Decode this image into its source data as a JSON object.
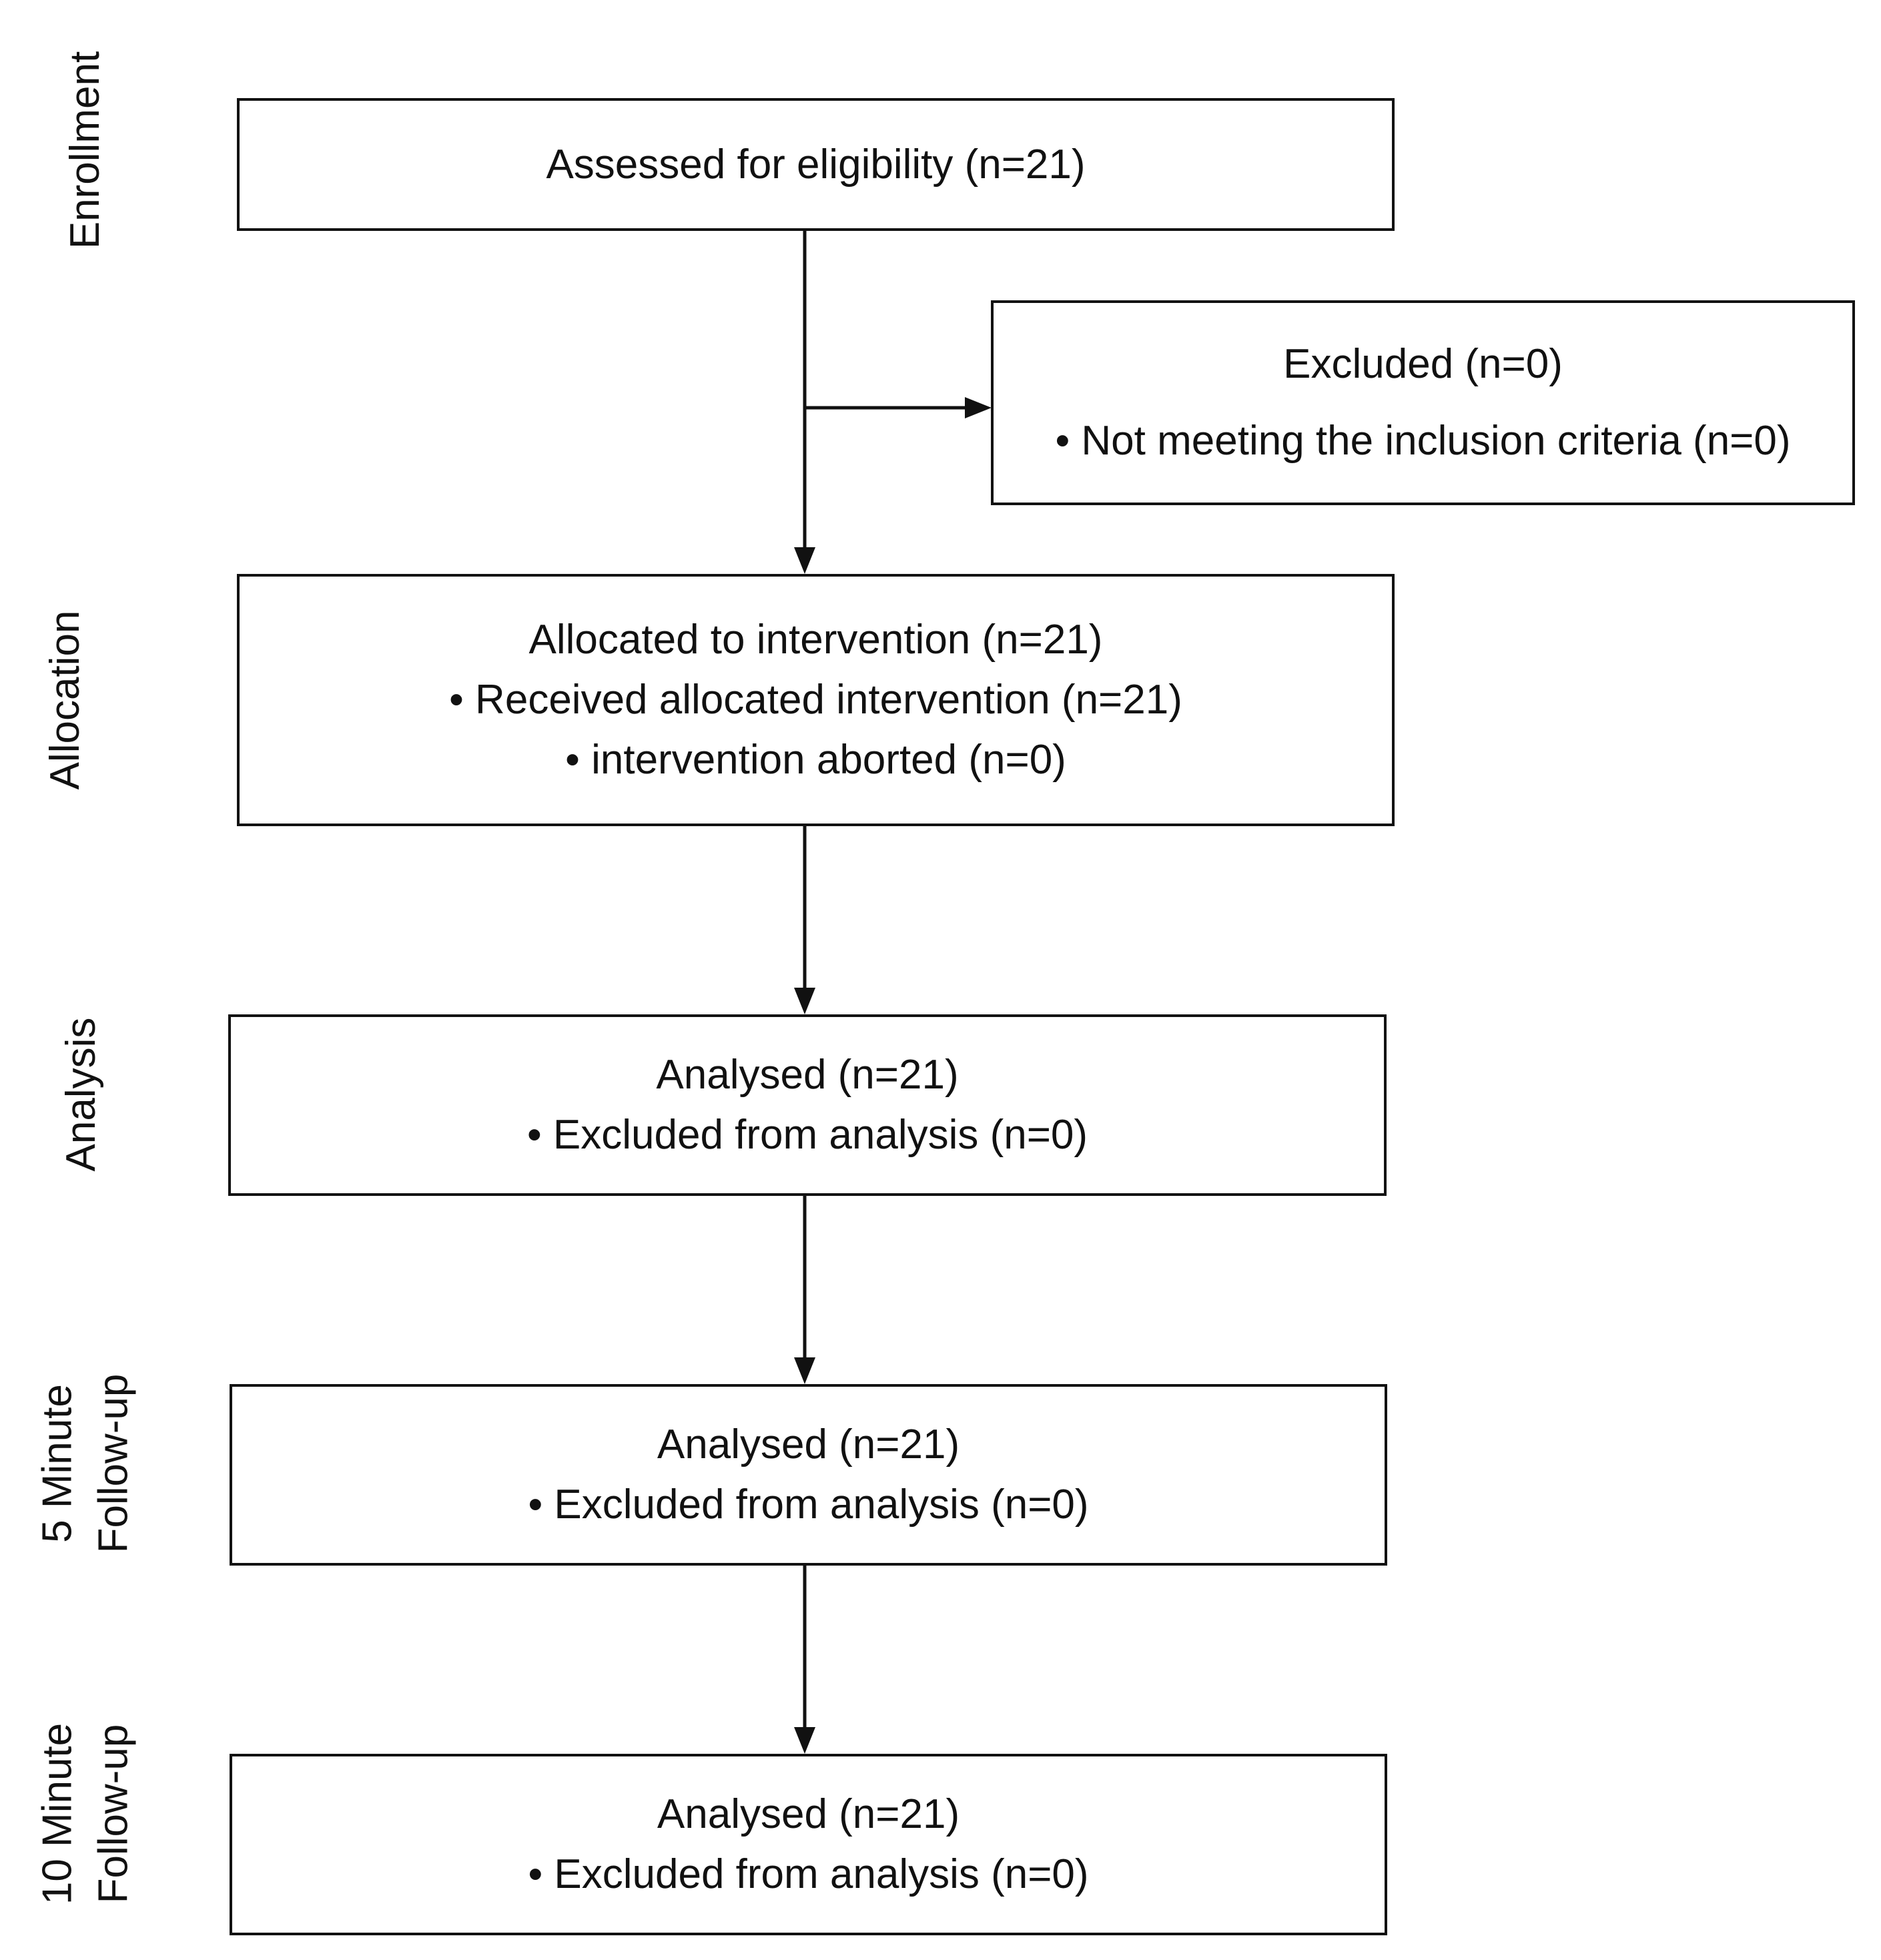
{
  "stages": {
    "enrollment": "Enrollment",
    "allocation": "Allocation",
    "analysis": "Analysis",
    "followup5": [
      "5 Minute",
      "Follow-up"
    ],
    "followup10": [
      "10 Minute",
      "Follow-up"
    ]
  },
  "boxes": {
    "assessed": {
      "lines": [
        "Assessed for eligibility (n=21)"
      ]
    },
    "excluded": {
      "lines": [
        "Excluded (n=0)",
        "• Not meeting the inclusion criteria (n=0)"
      ]
    },
    "allocated": {
      "lines": [
        "Allocated to intervention (n=21)",
        "• Received allocated intervention (n=21)",
        "• intervention aborted (n=0)"
      ]
    },
    "analysed": {
      "lines": [
        "Analysed (n=21)",
        "• Excluded from analysis (n=0)"
      ]
    },
    "followup5": {
      "lines": [
        "Analysed (n=21)",
        "• Excluded from analysis (n=0)"
      ]
    },
    "followup10": {
      "lines": [
        "Analysed (n=21)",
        "• Excluded from analysis (n=0)"
      ]
    }
  }
}
